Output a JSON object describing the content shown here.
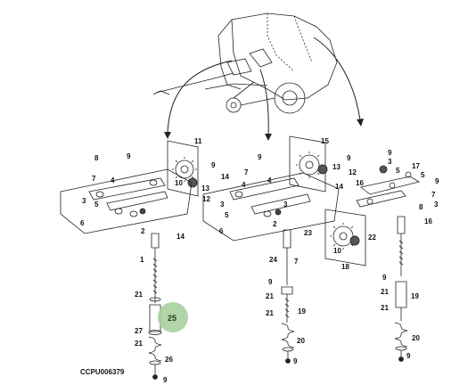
{
  "figure_code": "CCPU006379",
  "highlight": {
    "label": "25",
    "color": "#a9cf9f"
  },
  "callouts": [
    {
      "id": "c11",
      "text": "11"
    },
    {
      "id": "c15",
      "text": "15"
    },
    {
      "id": "c9a",
      "text": "9"
    },
    {
      "id": "c8",
      "text": "8"
    },
    {
      "id": "c7a",
      "text": "7"
    },
    {
      "id": "c4a",
      "text": "4"
    },
    {
      "id": "c3a",
      "text": "3"
    },
    {
      "id": "c5a",
      "text": "5"
    },
    {
      "id": "c6a",
      "text": "6"
    },
    {
      "id": "c2a",
      "text": "2"
    },
    {
      "id": "c14a",
      "text": "14"
    },
    {
      "id": "c1",
      "text": "1"
    },
    {
      "id": "c10a",
      "text": "10"
    },
    {
      "id": "c13a",
      "text": "13"
    },
    {
      "id": "c12a",
      "text": "12"
    },
    {
      "id": "c9b",
      "text": "9"
    },
    {
      "id": "c14b",
      "text": "14"
    },
    {
      "id": "c4b",
      "text": "4"
    },
    {
      "id": "c3b",
      "text": "3"
    },
    {
      "id": "c5b",
      "text": "5"
    },
    {
      "id": "c6b",
      "text": "6"
    },
    {
      "id": "c7b",
      "text": "7"
    },
    {
      "id": "c9c",
      "text": "9"
    },
    {
      "id": "c4c",
      "text": "4"
    },
    {
      "id": "c3c",
      "text": "3"
    },
    {
      "id": "c2b",
      "text": "2"
    },
    {
      "id": "c23",
      "text": "23"
    },
    {
      "id": "c24",
      "text": "24"
    },
    {
      "id": "c7c",
      "text": "7"
    },
    {
      "id": "c10b",
      "text": "10"
    },
    {
      "id": "c18",
      "text": "18"
    },
    {
      "id": "c22",
      "text": "22"
    },
    {
      "id": "c9d",
      "text": "9"
    },
    {
      "id": "c13b",
      "text": "13"
    },
    {
      "id": "c12b",
      "text": "12"
    },
    {
      "id": "c16a",
      "text": "16"
    },
    {
      "id": "c14c",
      "text": "14"
    },
    {
      "id": "c9e",
      "text": "9"
    },
    {
      "id": "c3d",
      "text": "3"
    },
    {
      "id": "c5c",
      "text": "5"
    },
    {
      "id": "c17",
      "text": "17"
    },
    {
      "id": "c5d",
      "text": "5"
    },
    {
      "id": "c9f",
      "text": "9"
    },
    {
      "id": "c7d",
      "text": "7"
    },
    {
      "id": "c3e",
      "text": "3"
    },
    {
      "id": "c16b",
      "text": "16"
    },
    {
      "id": "c8b",
      "text": "8"
    },
    {
      "id": "c21a",
      "text": "21"
    },
    {
      "id": "c27",
      "text": "27"
    },
    {
      "id": "c21b",
      "text": "21"
    },
    {
      "id": "c26",
      "text": "26"
    },
    {
      "id": "c9g",
      "text": "9"
    },
    {
      "id": "c9h",
      "text": "9"
    },
    {
      "id": "c19a",
      "text": "19"
    },
    {
      "id": "c21c",
      "text": "21"
    },
    {
      "id": "c21d",
      "text": "21"
    },
    {
      "id": "c20a",
      "text": "20"
    },
    {
      "id": "c9i",
      "text": "9"
    },
    {
      "id": "c9j",
      "text": "9"
    },
    {
      "id": "c21e",
      "text": "21"
    },
    {
      "id": "c19b",
      "text": "19"
    },
    {
      "id": "c21f",
      "text": "21"
    },
    {
      "id": "c20b",
      "text": "20"
    },
    {
      "id": "c9k",
      "text": "9"
    }
  ]
}
